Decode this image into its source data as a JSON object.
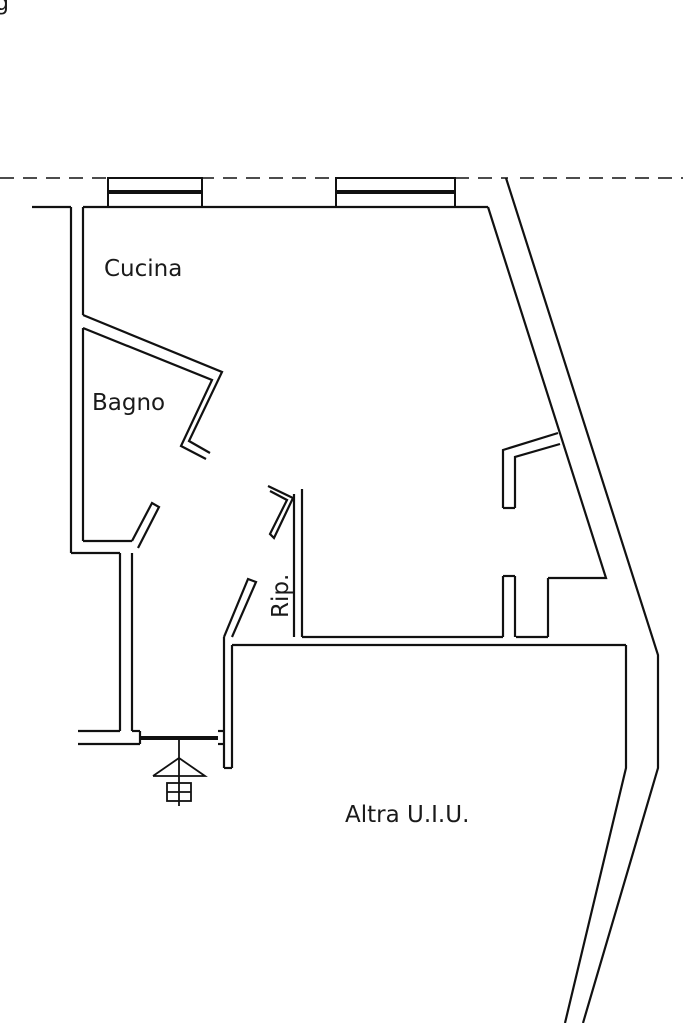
{
  "diagram": {
    "corner_text": "g",
    "rooms": {
      "cucina": "Cucina",
      "bagno": "Bagno",
      "ripostiglio": "Rip.",
      "altra_uiu": "Altra U.I.U."
    },
    "colors": {
      "background": "#ffffff",
      "lines": "#111111"
    },
    "icons": {
      "entrance": "entrance-arrow-icon"
    }
  }
}
